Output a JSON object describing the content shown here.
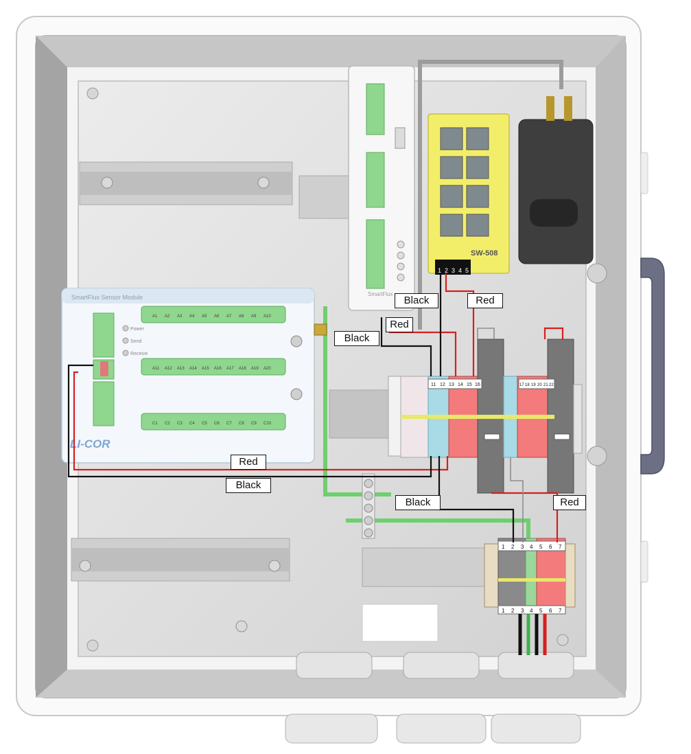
{
  "wire_labels": {
    "red_switch": "Red",
    "black_logger": "Black",
    "red_logger": "Red",
    "black_module": "Black",
    "red_module": "Red",
    "black_bottom": "Black",
    "black_lower": "Black",
    "red_lower": "Red"
  },
  "switch": {
    "model": "SW-508",
    "pins": [
      "1",
      "2",
      "3",
      "4",
      "5"
    ]
  },
  "module": {
    "header": "SmartFlux Sensor Module",
    "leds": [
      "Power",
      "Send",
      "Receive"
    ],
    "brand": "LI-COR",
    "row1_labels": [
      "A1",
      "A2",
      "A3",
      "A4",
      "A5",
      "A6",
      "A7",
      "A8",
      "A9",
      "A10"
    ],
    "row2_labels": [
      "A11",
      "A12",
      "A13",
      "A14",
      "A15",
      "A16",
      "A17",
      "A18",
      "A19",
      "A20"
    ],
    "row3_labels": [
      "C1",
      "C2",
      "C3",
      "C4",
      "C5",
      "C6",
      "C7",
      "C8",
      "C9",
      "C10"
    ]
  },
  "logger": {
    "brand": "SmartFlux"
  },
  "terminal_blocks": {
    "upper_top": [
      "11",
      "12",
      "13",
      "14",
      "15",
      "16"
    ],
    "upper_right": [
      "17",
      "18",
      "19",
      "20",
      "21",
      "22"
    ],
    "lower_top": [
      "1",
      "2",
      "3",
      "4",
      "5",
      "6",
      "7"
    ],
    "lower_bottom": [
      "1",
      "2",
      "3",
      "4",
      "5",
      "6",
      "7"
    ]
  },
  "colors": {
    "wire_red": "#d61f1f",
    "wire_black": "#111111",
    "ground_green": "#6fcf6f",
    "switch_yellow": "#f2ee6a",
    "enclosure_gray": "#bdbdbd"
  }
}
